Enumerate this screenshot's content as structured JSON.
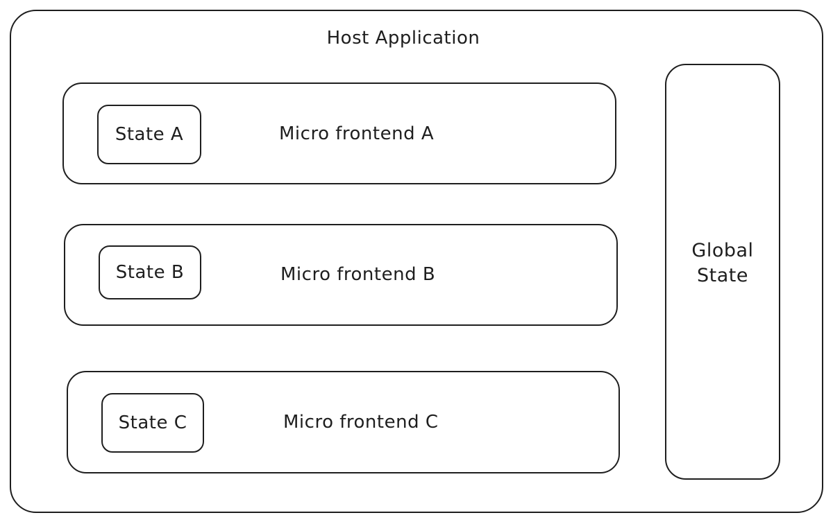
{
  "host": {
    "title": "Host Application"
  },
  "micro_frontends": [
    {
      "label": "Micro frontend A",
      "state_label": "State A"
    },
    {
      "label": "Micro frontend B",
      "state_label": "State B"
    },
    {
      "label": "Micro frontend C",
      "state_label": "State C"
    }
  ],
  "global_state": {
    "label": "Global State"
  }
}
